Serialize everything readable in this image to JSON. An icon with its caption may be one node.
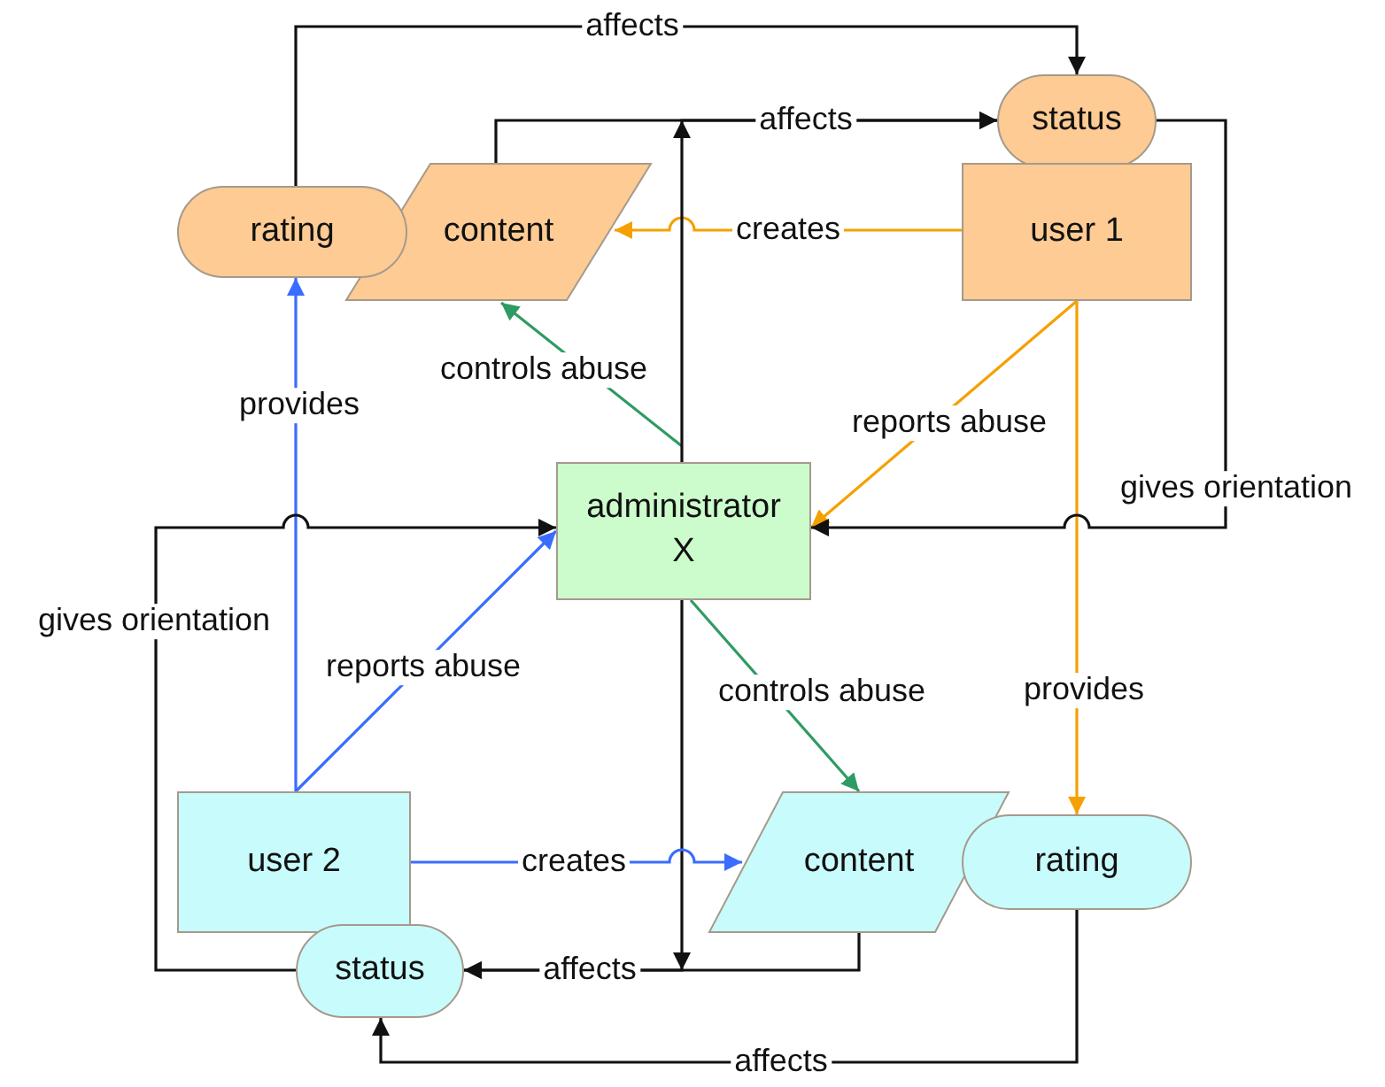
{
  "diagram": {
    "nodes": [
      {
        "text": [
          "rating"
        ]
      },
      {
        "text": [
          "content"
        ]
      },
      {
        "text": [
          "status"
        ]
      },
      {
        "text": [
          "user 1"
        ]
      },
      {
        "text": [
          "administrator X"
        ]
      },
      {
        "text": [
          "user 2"
        ]
      },
      {
        "text": [
          "content"
        ]
      },
      {
        "text": [
          "rating"
        ]
      },
      {
        "text": [
          "status"
        ]
      }
    ],
    "edges": [
      {
        "from": 0,
        "to": 2,
        "arrow": "to",
        "label": "affects"
      },
      {
        "from": 1,
        "to": 2,
        "arrow": "to",
        "label": "affects"
      },
      {
        "from": 3,
        "to": 1,
        "arrow": "to",
        "label": "creates",
        "color": "#f5a000"
      },
      {
        "from": 4,
        "to": 1,
        "arrow": "to",
        "label": "controls abuse",
        "color": "#2e9b63"
      },
      {
        "from": 4,
        "to": 2,
        "arrow": "to"
      },
      {
        "from": 3,
        "to": 4,
        "arrow": "to",
        "label": "reports abuse",
        "color": "#f5a000"
      },
      {
        "from": 3,
        "to": 7,
        "arrow": "to",
        "label": "provides",
        "color": "#f5a000"
      },
      {
        "from": 2,
        "to": 4,
        "arrow": "to",
        "label": "gives orientation"
      },
      {
        "from": 4,
        "to": 8,
        "arrow": "to"
      },
      {
        "from": 4,
        "to": 6,
        "arrow": "to",
        "label": "controls abuse",
        "color": "#2e9b63"
      },
      {
        "from": 5,
        "to": 0,
        "arrow": "to",
        "label": "provides",
        "color": "#3a6cff"
      },
      {
        "from": 5,
        "to": 4,
        "arrow": "to",
        "label": "reports abuse",
        "color": "#3a6cff"
      },
      {
        "from": 8,
        "to": 4,
        "arrow": "to",
        "label": "gives orientation"
      },
      {
        "from": 5,
        "to": 6,
        "arrow": "to",
        "label": "creates",
        "color": "#3a6cff"
      },
      {
        "from": 6,
        "to": 8,
        "arrow": "to",
        "label": "affects"
      },
      {
        "from": 7,
        "to": 8,
        "arrow": "to",
        "label": "affects"
      }
    ]
  }
}
